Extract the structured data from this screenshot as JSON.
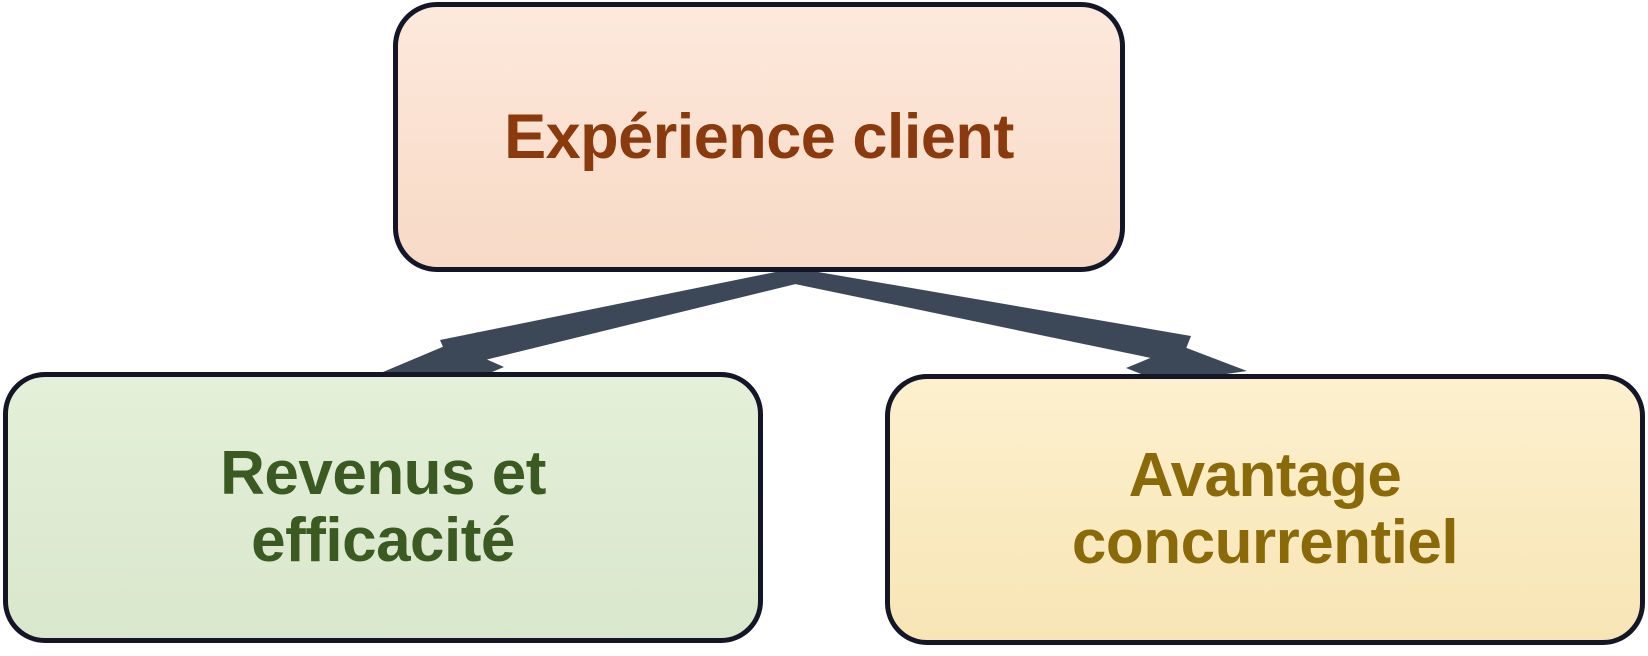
{
  "diagram": {
    "type": "hierarchy-tree",
    "background_color": "#ffffff",
    "connector_color": "#3C4758",
    "border_color": "#141628",
    "nodes": [
      {
        "id": "root",
        "label": "Expérience client",
        "fill_color": "#FAE0CF",
        "text_color": "#8B3A0E",
        "role": "parent"
      },
      {
        "id": "revenue",
        "label": "Revenus et\nefficacité",
        "fill_color": "#DEEBD2",
        "text_color": "#3A5A22",
        "role": "child"
      },
      {
        "id": "advantage",
        "label": "Avantage\nconcurrentiel",
        "fill_color": "#FAEAC0",
        "text_color": "#8A6A08",
        "role": "child"
      }
    ],
    "edges": [
      {
        "id": "root-to-revenue",
        "from": "root",
        "to": "revenue",
        "style": "solid-arrow"
      },
      {
        "id": "root-to-advantage",
        "from": "root",
        "to": "advantage",
        "style": "solid-arrow"
      }
    ]
  }
}
